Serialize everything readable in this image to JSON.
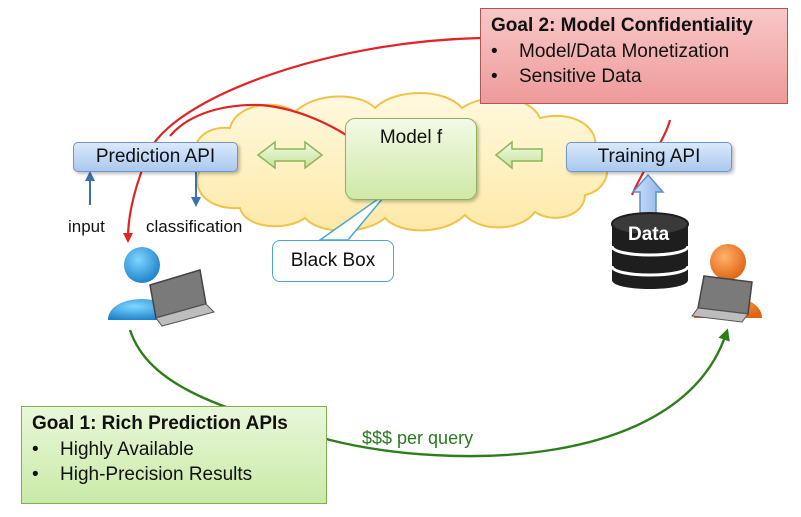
{
  "goal2": {
    "title": "Goal 2: Model Confidentiality",
    "items": [
      "Model/Data Monetization",
      "Sensitive Data"
    ]
  },
  "goal1": {
    "title": "Goal 1: Rich Prediction APIs",
    "items": [
      "Highly Available",
      "High-Precision Results"
    ]
  },
  "prediction_api": "Prediction API",
  "training_api": "Training API",
  "model": "Model f",
  "black_box": "Black Box",
  "data_label": "Data",
  "input_label": "input",
  "classification_label": "classification",
  "price_label": "$$$ per query",
  "colors": {
    "red_arrow": "#e02424",
    "green_arrow": "#2e7d1b",
    "blue_arrow": "#3d6fb3"
  }
}
